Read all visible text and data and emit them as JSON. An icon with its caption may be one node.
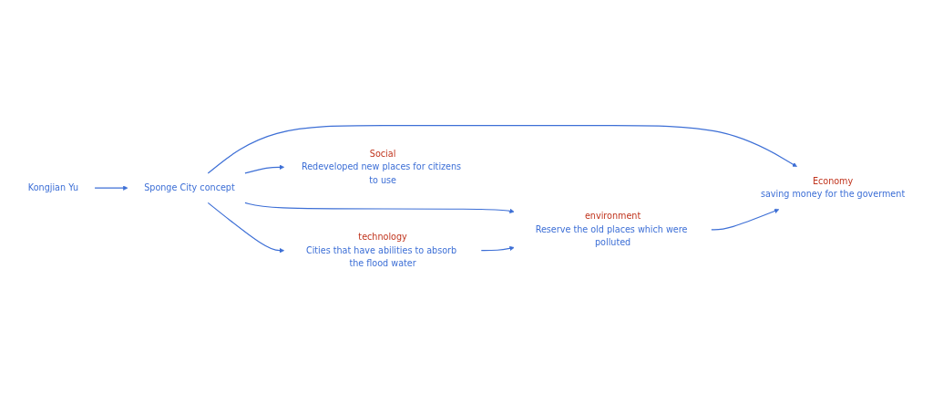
{
  "diagram": {
    "nodes": [
      {
        "text": [
          "Kongjian Yu"
        ]
      },
      {
        "text": [
          "Sponge City concept"
        ]
      },
      {
        "text": [
          "technology",
          "Cities that have abilities to absorb the flood water"
        ]
      },
      {
        "text": [
          "environment",
          "Reserve the old places which were polluted"
        ]
      },
      {
        "text": [
          "Social",
          "Redeveloped new places for citizens to use"
        ]
      },
      {
        "text": [
          "Economy",
          "saving money for the goverment"
        ]
      }
    ],
    "edges": [
      {
        "from": 0,
        "to": 1,
        "arrow": "to"
      },
      {
        "from": 1,
        "to": 2,
        "arrow": "to"
      },
      {
        "from": 1,
        "to": 3,
        "arrow": "to"
      },
      {
        "from": 1,
        "to": 4,
        "arrow": "to"
      },
      {
        "from": 1,
        "to": 5,
        "arrow": "to"
      },
      {
        "from": 2,
        "to": 3,
        "arrow": "to"
      },
      {
        "from": 3,
        "to": 5,
        "arrow": "to"
      }
    ]
  }
}
